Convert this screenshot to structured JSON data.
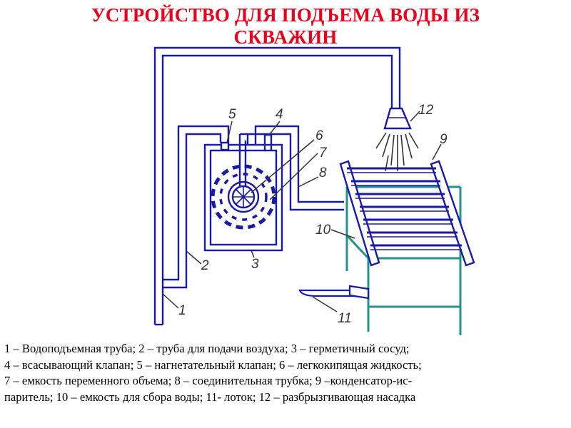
{
  "title": {
    "line1": "УСТРОЙСТВО ДЛЯ ПОДЪЕМА ВОДЫ ИЗ",
    "line2": "СКВАЖИН"
  },
  "labels": {
    "l1": "1",
    "l2": "2",
    "l3": "3",
    "l4": "4",
    "l5": "5",
    "l6": "6",
    "l7": "7",
    "l8": "8",
    "l9": "9",
    "l10": "10",
    "l11": "11",
    "l12": "12"
  },
  "legend": {
    "line1": "1 – Водоподъемная труба; 2 – труба для подачи воздуха; 3 – герметичный сосуд;",
    "line2": "4 – всасывающий клапан; 5 – нагнетательный клапан; 6 – легкокипящая жидкость;",
    "line3": "7 – емкость переменного объема; 8 – соединительная трубка; 9 –конденсатор-ис-",
    "line4": "паритель; 10 – емкость для сбора воды; 11- лоток; 12 – разбрызгивающая насадка"
  },
  "colors": {
    "pipe": "#1a1aa8",
    "frame": "#1f9488",
    "title": "#e8001c",
    "leader": "#333333"
  }
}
